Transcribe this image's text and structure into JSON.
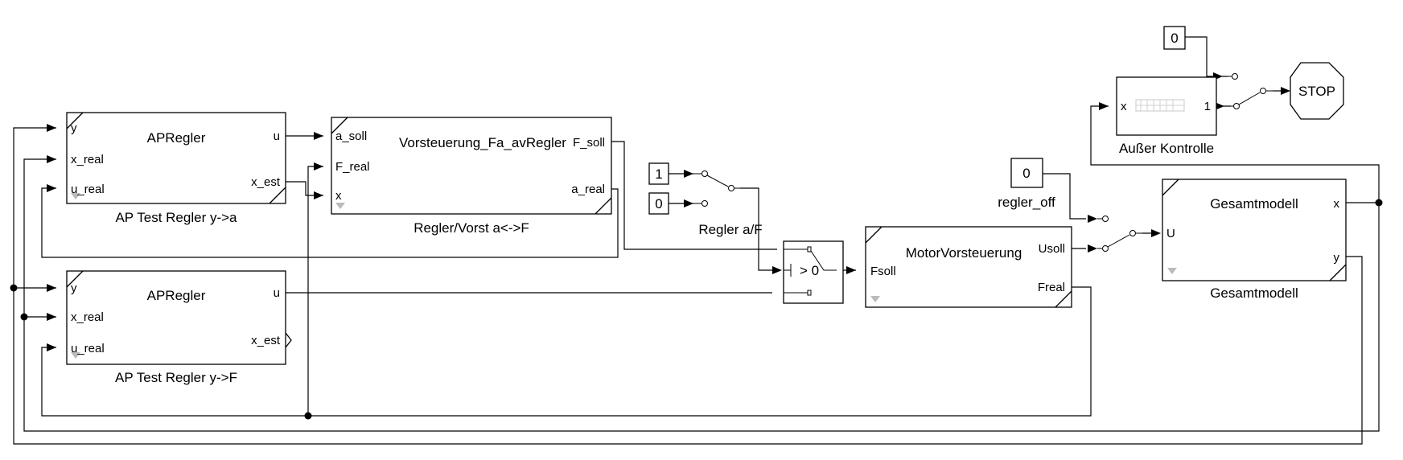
{
  "blocks": {
    "apregler_a": {
      "title": "APRegler",
      "caption": "AP Test Regler y->a",
      "ports_in": [
        "y",
        "x_real",
        "u_real"
      ],
      "ports_out": [
        "u",
        "x_est"
      ]
    },
    "vorsteuerung": {
      "title": "Vorsteuerung_Fa_avRegler",
      "caption": "Regler/Vorst a<->F",
      "ports_in": [
        "a_soll",
        "F_real",
        "x"
      ],
      "ports_out": [
        "F_soll",
        "a_real"
      ]
    },
    "apregler_f": {
      "title": "APRegler",
      "caption": "AP Test Regler y->F",
      "ports_in": [
        "y",
        "x_real",
        "u_real"
      ],
      "ports_out": [
        "u",
        "x_est"
      ]
    },
    "const_one": {
      "value": "1"
    },
    "const_zero_a": {
      "value": "0"
    },
    "manual_switch_regler": {
      "caption": "Regler a/F"
    },
    "switch_gt": {
      "threshold": "> 0"
    },
    "motor": {
      "title": "MotorVorsteuerung",
      "ports_in": [
        "Fsoll"
      ],
      "ports_out": [
        "Usoll",
        "Freal"
      ]
    },
    "const_regler_off": {
      "value": "0",
      "caption": "regler_off"
    },
    "gesamtmodell": {
      "title": "Gesamtmodell",
      "caption": "Gesamtmodell",
      "ports_in": [
        "U"
      ],
      "ports_out": [
        "x",
        "y"
      ]
    },
    "const_stop": {
      "value": "0"
    },
    "ausser_kontrolle": {
      "caption": "Außer Kontrolle",
      "port_in": "x",
      "port_out": "1"
    },
    "stop": {
      "label": "STOP"
    }
  }
}
